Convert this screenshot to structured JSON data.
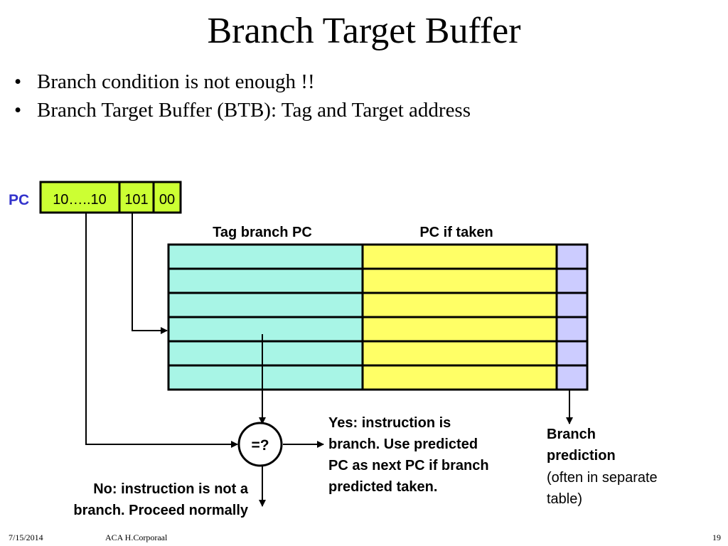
{
  "title": "Branch Target Buffer",
  "bullets": [
    "Branch condition is not enough !!",
    "Branch Target Buffer (BTB): Tag and Target address"
  ],
  "diagram": {
    "pc_label": "PC",
    "pc_fields": [
      "10…..10",
      "101",
      "00"
    ],
    "column_labels": {
      "tag": "Tag branch PC",
      "target": "PC if taken"
    },
    "comparator_label": "=?",
    "yes_lines": [
      "Yes: instruction is",
      "branch. Use predicted",
      "PC as next PC if branch",
      "predicted taken."
    ],
    "no_lines": [
      "No: instruction is not a",
      "branch. Proceed normally"
    ],
    "prediction_bold_lines": [
      "Branch",
      "prediction"
    ],
    "prediction_normal_lines": [
      "(often in separate",
      "table)"
    ],
    "colors": {
      "pc_fill": "#ccff33",
      "tag_fill": "#a8f5e6",
      "target_fill": "#ffff66",
      "prediction_fill": "#ccccff",
      "pc_label": "#3333cc"
    }
  },
  "footer": {
    "date": "7/15/2014",
    "author": "ACA H.Corporaal",
    "page": "19"
  }
}
